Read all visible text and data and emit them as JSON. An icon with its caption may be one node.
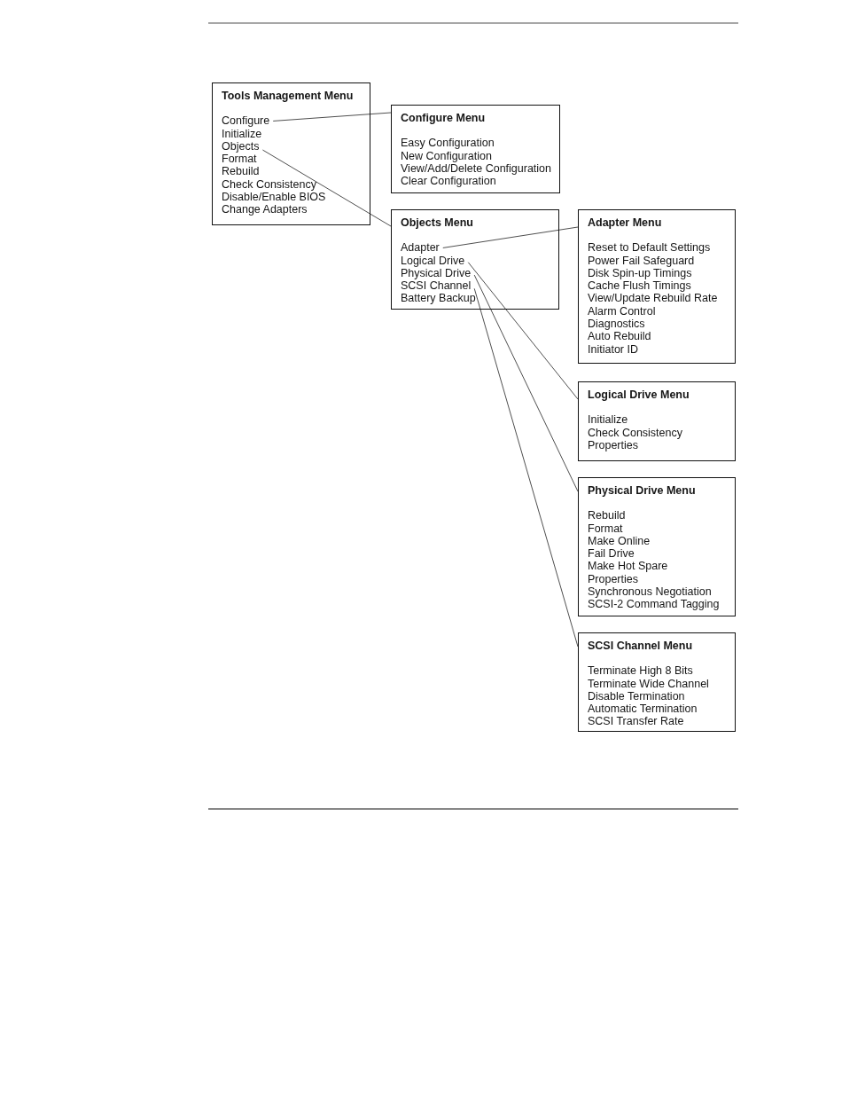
{
  "diagram": {
    "nodes": [
      {
        "text": [
          "Tools Management Menu",
          "Initialize",
          "Format",
          "Rebuild",
          "Check Consistency",
          "Disable/Enable BIOS",
          "Change Adapters"
        ]
      },
      {
        "text": [
          "Configure"
        ],
        "in": 0
      },
      {
        "text": [
          "Objects"
        ],
        "in": 0
      },
      {
        "text": [
          "Configure Menu",
          "Easy Configuration",
          "New Configuration",
          "View/Add/Delete Configuration",
          "Clear Configuration"
        ]
      },
      {
        "text": [
          "Objects Menu",
          "Battery Backup"
        ]
      },
      {
        "text": [
          "Adapter"
        ],
        "in": 4
      },
      {
        "text": [
          "Logical Drive"
        ],
        "in": 4
      },
      {
        "text": [
          "Physical Drive"
        ],
        "in": 4
      },
      {
        "text": [
          "SCSI Channel"
        ],
        "in": 4
      },
      {
        "text": [
          "Adapter Menu",
          "Reset to Default Settings",
          "Power Fail Safeguard",
          "Disk Spin-up Timings",
          "Cache Flush Timings",
          "View/Update Rebuild Rate",
          "Alarm Control",
          "Diagnostics",
          "Auto Rebuild",
          "Initiator ID"
        ]
      },
      {
        "text": [
          "Logical Drive Menu",
          "Initialize",
          "Check Consistency",
          "Properties"
        ]
      },
      {
        "text": [
          "Physical Drive Menu",
          "Rebuild",
          "Format",
          "Make Online",
          "Fail Drive",
          "Make Hot Spare",
          "Properties",
          "Synchronous Negotiation",
          "SCSI-2 Command Tagging"
        ]
      },
      {
        "text": [
          "SCSI Channel Menu",
          "Terminate High 8 Bits",
          "Terminate Wide Channel",
          "Disable Termination",
          "Automatic Termination",
          "SCSI Transfer Rate"
        ]
      }
    ],
    "edges": [
      {
        "from": 1,
        "to": 3,
        "arrow": "none"
      },
      {
        "from": 2,
        "to": 4,
        "arrow": "none"
      },
      {
        "from": 5,
        "to": 9,
        "arrow": "none"
      },
      {
        "from": 6,
        "to": 10,
        "arrow": "none"
      },
      {
        "from": 7,
        "to": 11,
        "arrow": "none"
      },
      {
        "from": 8,
        "to": 12,
        "arrow": "none"
      }
    ]
  }
}
